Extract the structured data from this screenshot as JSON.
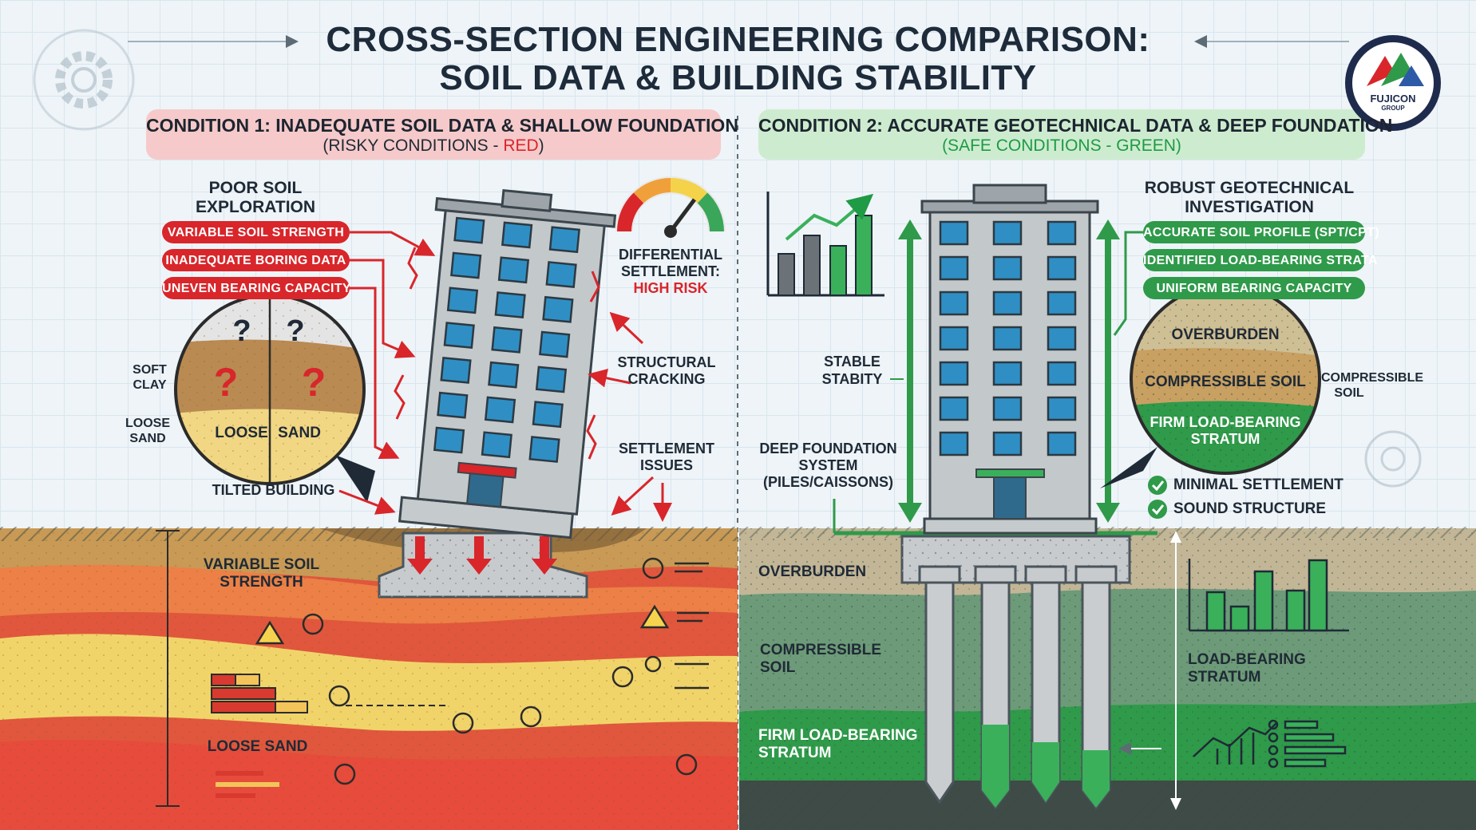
{
  "title": {
    "line1": "CROSS-SECTION ENGINEERING COMPARISON:",
    "line2": "SOIL DATA & BUILDING STABILITY"
  },
  "logo": {
    "name": "FUJICON",
    "sub": "GROUP"
  },
  "left": {
    "header": "CONDITION 1: INADEQUATE SOIL DATA & SHALLOW FOUNDATION",
    "sub_open": "(RISKY CONDITIONS - ",
    "sub_word": "RED",
    "sub_close": ")",
    "exploration_line1": "POOR SOIL",
    "exploration_line2": "EXPLORATION",
    "pills": [
      "VARIABLE SOIL STRENGTH",
      "INADEQUATE BORING DATA",
      "UNEVEN BEARING CAPACITY"
    ],
    "circle": {
      "q": "?",
      "loose": "LOOSE",
      "sand": "SAND"
    },
    "side_soft1": "SOFT",
    "side_soft2": "CLAY",
    "side_loose1": "LOOSE",
    "side_loose2": "SAND",
    "tilted": "TILTED BUILDING",
    "diff1": "DIFFERENTIAL",
    "diff2": "SETTLEMENT:",
    "diff3": "HIGH RISK",
    "crack1": "STRUCTURAL",
    "crack2": "CRACKING",
    "settle1": "SETTLEMENT",
    "settle2": "ISSUES",
    "layer_var1": "VARIABLE SOIL",
    "layer_var2": "STRENGTH",
    "layer_loose": "LOOSE SAND"
  },
  "right": {
    "header": "CONDITION 2: ACCURATE GEOTECHNICAL DATA & DEEP FOUNDATION",
    "sub": "(SAFE CONDITIONS - GREEN)",
    "investigation1": "ROBUST GEOTECHNICAL",
    "investigation2": "INVESTIGATION",
    "pills": [
      "ACCURATE SOIL PROFILE (SPT/CPT)",
      "IDENTIFIED LOAD-BEARING STRATA",
      "UNIFORM BEARING CAPACITY"
    ],
    "circle": {
      "overburden": "OVERBURDEN",
      "compressible": "COMPRESSIBLE SOIL",
      "firm1": "FIRM LOAD-BEARING",
      "firm2": "STRATUM"
    },
    "side_comp1": "COMPRESSIBLE",
    "side_comp2": "SOIL",
    "stable1": "STABLE",
    "stable2": "STABITY",
    "deep1": "DEEP FOUNDATION",
    "deep2": "SYSTEM",
    "deep3": "(PILES/CAISSONS)",
    "checks": [
      "MINIMAL SETTLEMENT",
      "SOUND STRUCTURE"
    ],
    "layer_over": "OVERBURDEN",
    "layer_comp1": "COMPRESSIBLE",
    "layer_comp2": "SOIL",
    "layer_load1": "LOAD-BEARING",
    "layer_load2": "STRATUM",
    "layer_firm1": "FIRM LOAD-BEARING",
    "layer_firm2": "STRATUM"
  },
  "colors": {
    "risk": "#d8262b",
    "safe": "#1f9a45",
    "risk_panel": "#f6caca",
    "safe_panel": "#cdeccf"
  },
  "icons": [
    "gear-icon",
    "gauge-icon",
    "bar-chart-icon",
    "warning-icon",
    "question-icon",
    "check-icon",
    "target-icon",
    "close-icon",
    "arrow-icon"
  ]
}
